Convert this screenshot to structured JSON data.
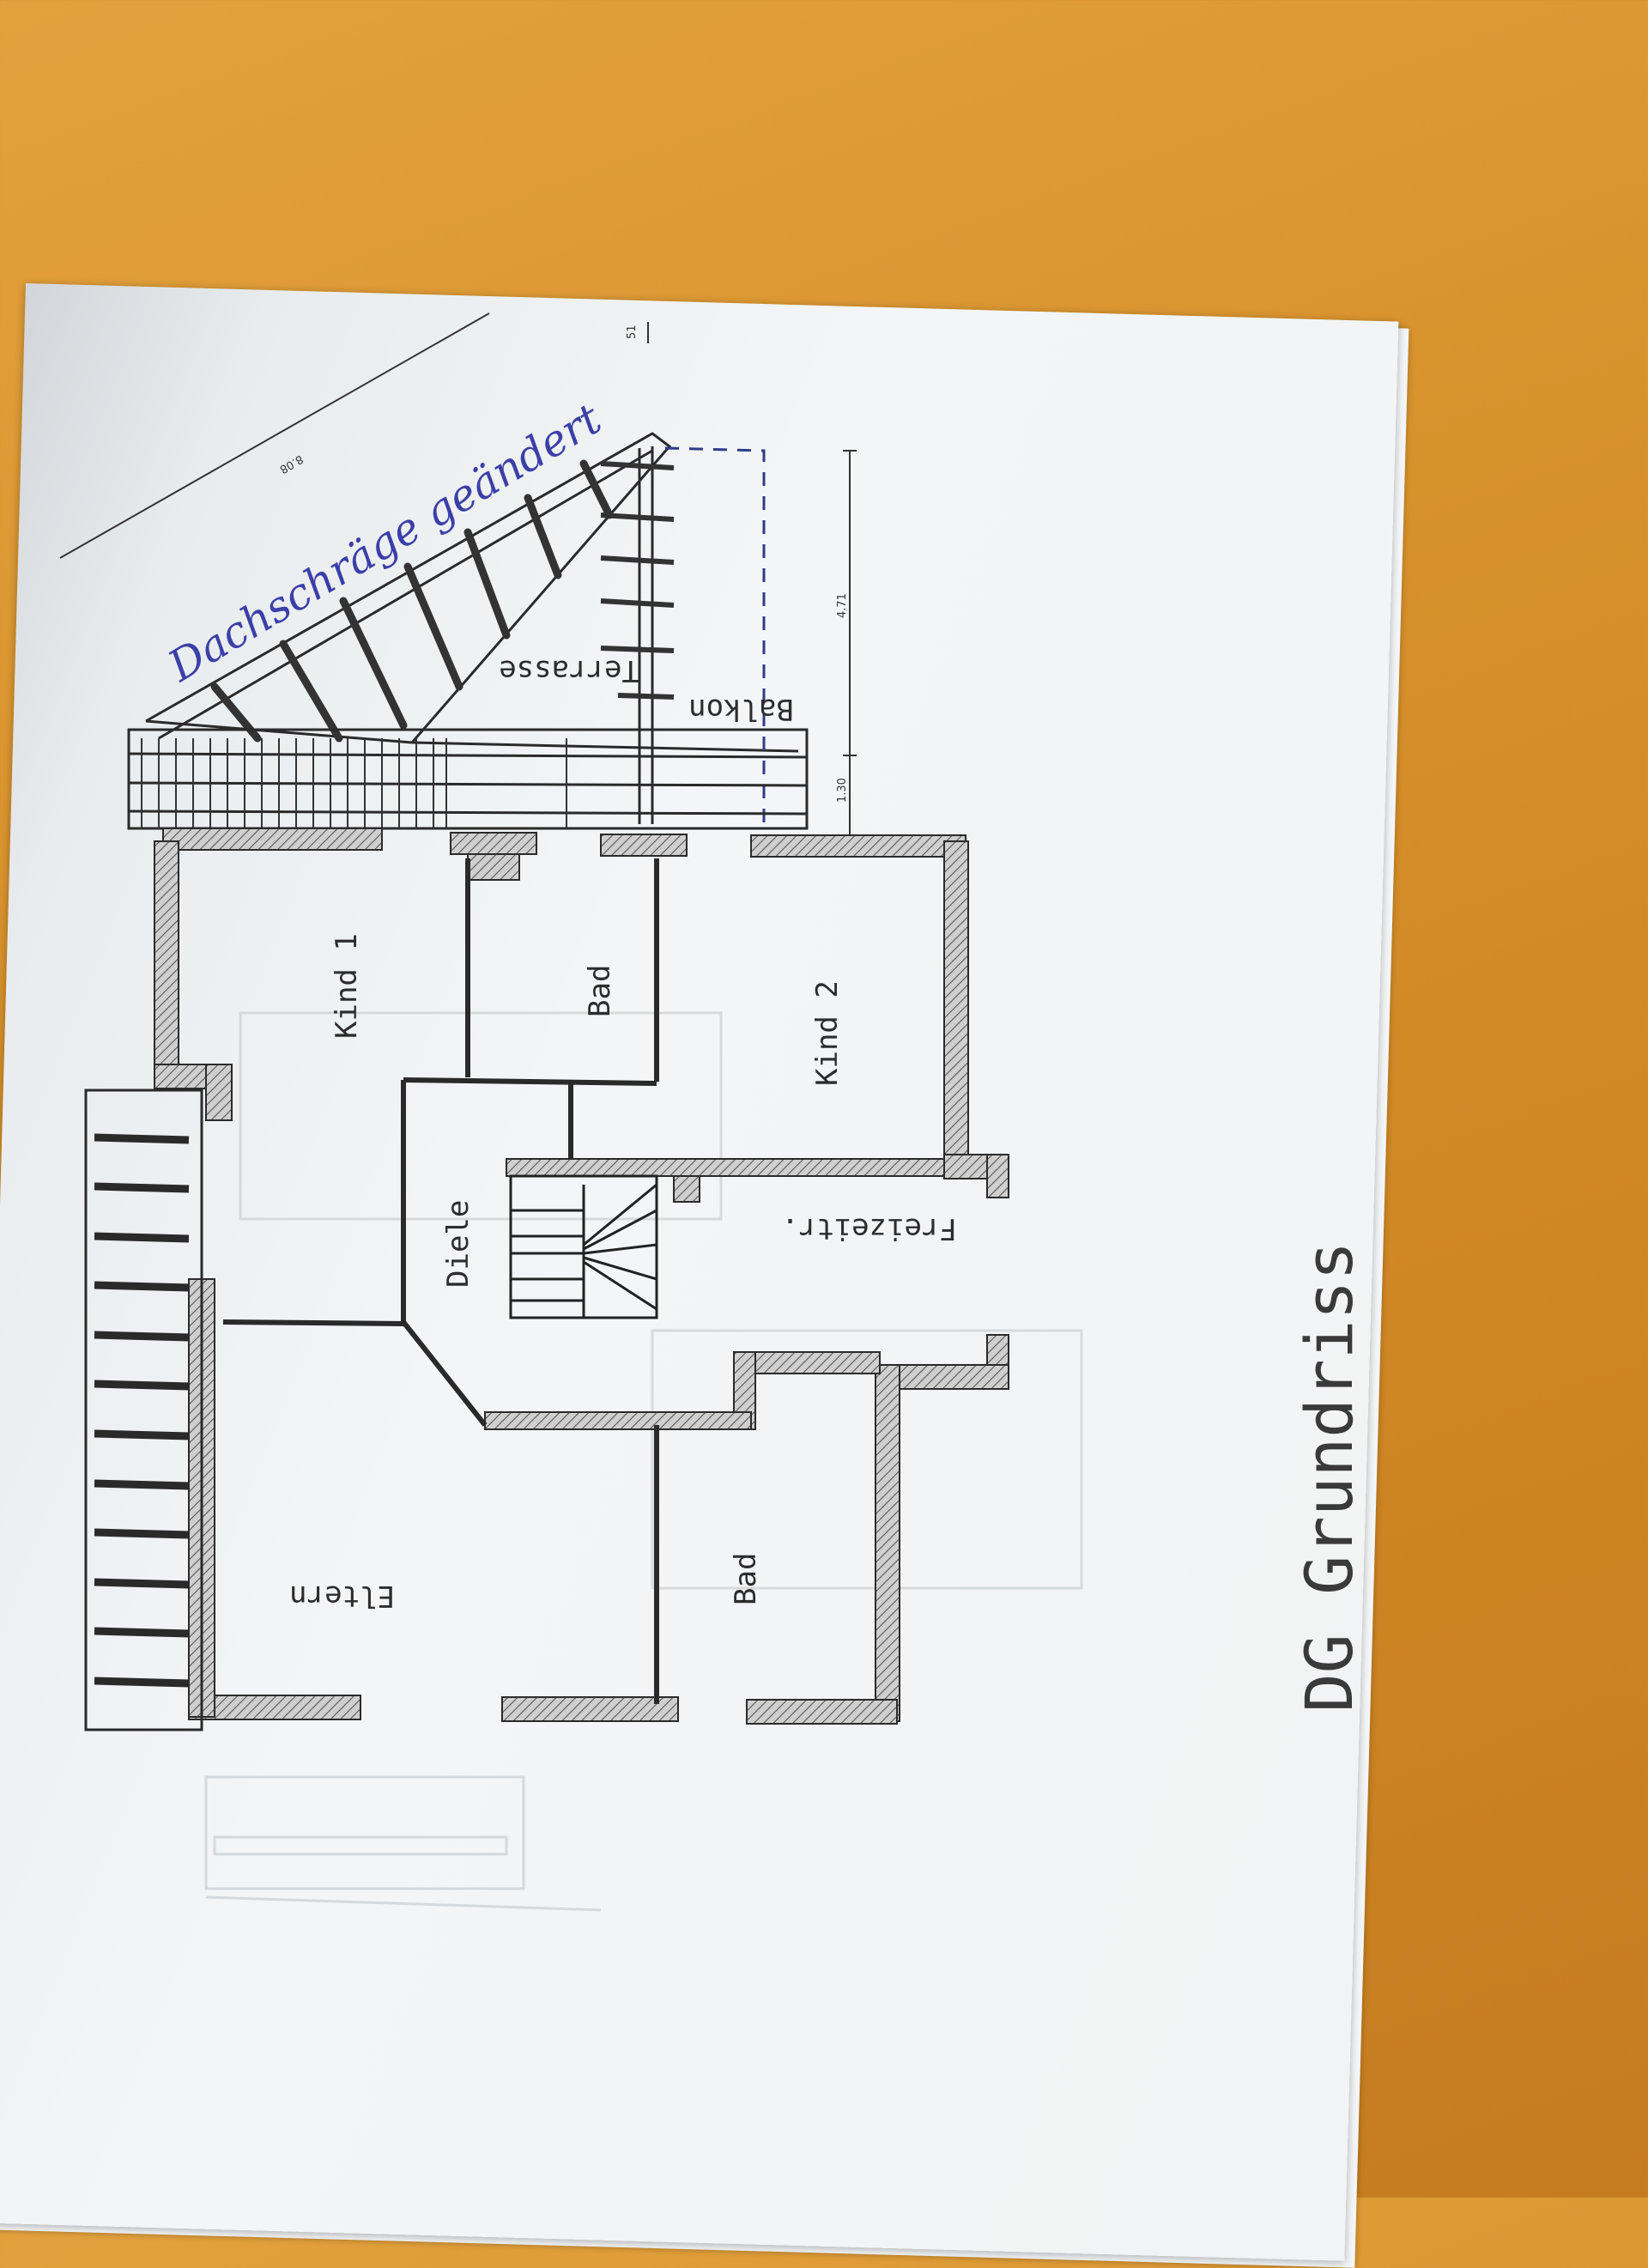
{
  "annotation": {
    "handwritten": "Dachschräge geändert"
  },
  "dimensions": {
    "upper": "4.71",
    "lower": "1.30",
    "roof": "8.08",
    "corner": "51"
  },
  "rooms": {
    "terrasse": "Terrasse",
    "balkon": "Balkon",
    "kind1": "Kind 1",
    "bad_top": "Bad",
    "kind2": "Kind 2",
    "diele": "Diele",
    "freizeit": "Freizeitr.",
    "eltern": "Eltern",
    "bad_bottom": "Bad"
  },
  "title": "DG Grundriss",
  "colors": {
    "wall_hatch": "#555555",
    "ink": "#2a2a2a",
    "handwriting": "#3b3fa8",
    "table": "#d8922c",
    "paper": "#f1f3f4"
  }
}
